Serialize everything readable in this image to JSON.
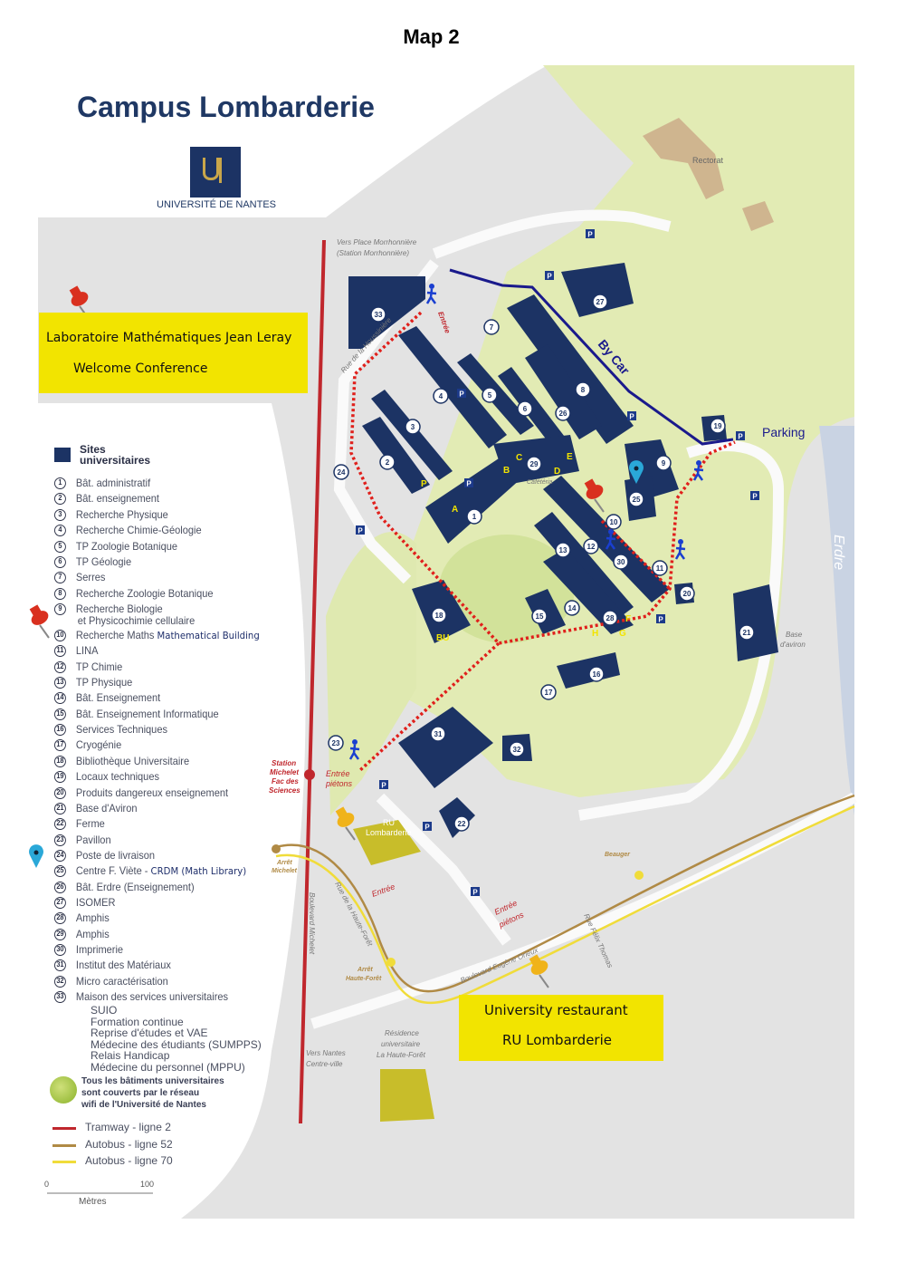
{
  "page_title": "Map 2",
  "map_title": "Campus Lombarderie",
  "logo_text": "UNIVERSITÉ DE NANTES",
  "callouts": {
    "lab": {
      "line1": "Laboratoire Mathématiques Jean Leray",
      "line2": "Welcome Conference"
    },
    "restaurant": {
      "line1": "University restaurant",
      "line2": "RU Lombarderie"
    },
    "by_car": "By Car",
    "parking": "Parking"
  },
  "legend": {
    "sites_title": "Sites universitaires",
    "items": [
      {
        "num": "1",
        "label": "Bât. administratif"
      },
      {
        "num": "2",
        "label": "Bât. enseignement"
      },
      {
        "num": "3",
        "label": "Recherche Physique"
      },
      {
        "num": "4",
        "label": "Recherche Chimie-Géologie"
      },
      {
        "num": "5",
        "label": "TP Zoologie Botanique"
      },
      {
        "num": "6",
        "label": "TP Géologie"
      },
      {
        "num": "7",
        "label": "Serres"
      },
      {
        "num": "8",
        "label": "Recherche Zoologie Botanique"
      },
      {
        "num": "9",
        "label": "Recherche Biologie",
        "label2": "et Physicochimie cellulaire"
      },
      {
        "num": "10",
        "label": "Recherche Maths",
        "note": "Mathematical Building"
      },
      {
        "num": "11",
        "label": "LINA"
      },
      {
        "num": "12",
        "label": "TP Chimie"
      },
      {
        "num": "13",
        "label": "TP Physique"
      },
      {
        "num": "14",
        "label": "Bât. Enseignement"
      },
      {
        "num": "15",
        "label": "Bât. Enseignement Informatique"
      },
      {
        "num": "16",
        "label": "Services Techniques"
      },
      {
        "num": "17",
        "label": "Cryogénie"
      },
      {
        "num": "18",
        "label": "Bibliothèque Universitaire"
      },
      {
        "num": "19",
        "label": "Locaux techniques"
      },
      {
        "num": "20",
        "label": "Produits dangereux enseignement"
      },
      {
        "num": "21",
        "label": "Base d'Aviron"
      },
      {
        "num": "22",
        "label": "Ferme"
      },
      {
        "num": "23",
        "label": "Pavillon"
      },
      {
        "num": "24",
        "label": "Poste de livraison"
      },
      {
        "num": "25",
        "label": "Centre F. Viète -",
        "note": "CRDM (Math Library)"
      },
      {
        "num": "26",
        "label": "Bât. Erdre (Enseignement)"
      },
      {
        "num": "27",
        "label": "ISOMER"
      },
      {
        "num": "28",
        "label": "Amphis"
      },
      {
        "num": "29",
        "label": "Amphis"
      },
      {
        "num": "30",
        "label": "Imprimerie"
      },
      {
        "num": "31",
        "label": "Institut des Matériaux"
      },
      {
        "num": "32",
        "label": "Micro caractérisation"
      },
      {
        "num": "33",
        "label": "Maison des services universitaires"
      }
    ],
    "services_33": [
      "SUIO",
      "Formation continue",
      "Reprise d'études et VAE",
      "Médecine des étudiants (SUMPPS)",
      "Relais Handicap",
      "Médecine du personnel (MPPU)"
    ],
    "wifi_note": [
      "Tous les bâtiments universitaires",
      "sont couverts par le réseau",
      "wifi de l'Université de Nantes"
    ],
    "lines": [
      {
        "label": "Tramway - ligne 2",
        "color": "#c0272d"
      },
      {
        "label": "Autobus - ligne 52",
        "color": "#b08a45"
      },
      {
        "label": "Autobus - ligne 70",
        "color": "#f0dc3a"
      }
    ],
    "scale": {
      "start": "0",
      "end": "100",
      "unit": "Mètres"
    }
  },
  "map_labels": {
    "rectorat": "Rectorat",
    "vers_morrhonniere_1": "Vers Place Morrhonnière",
    "vers_morrhonniere_2": "(Station Morrhonnière)",
    "rue_houssiniere": "Rue de la Houssinière",
    "entree_top": "Entrée",
    "cafeteria": "Cafétéria",
    "erdre": "Erdre",
    "base_aviron_1": "Base",
    "base_aviron_2": "d'aviron",
    "station_michelet": [
      "Station",
      "Michelet",
      "Fac des",
      "Sciences"
    ],
    "entree_pietons_left": [
      "Entrée",
      "piétons"
    ],
    "ru": [
      "RU",
      "Lombarderie"
    ],
    "arret_michelet": [
      "Arrêt",
      "Michelet"
    ],
    "beauger": "Beauger",
    "rue_haute_foret": "Rue de la Haute-Forêt",
    "bd_michelet": "Boulevard Michelet",
    "entree_bottom": "Entrée",
    "entree_pietons_bottom": [
      "Entrée",
      "piétons"
    ],
    "rue_felix_thomas": "Rue Félix Thomas",
    "bd_orieux": "Boulevard Eugène Orieux",
    "arret_haute_foret": [
      "Arrêt",
      "Haute-Forêt"
    ],
    "residence": [
      "Résidence",
      "universitaire",
      "La Haute-Forêt"
    ],
    "vers_nantes": [
      "Vers Nantes",
      "Centre-ville"
    ],
    "building_letters": [
      "A",
      "B",
      "C",
      "D",
      "E",
      "F",
      "G",
      "H",
      "P",
      "BU"
    ],
    "parking_sign": "P"
  },
  "colors": {
    "building": "#1c3364",
    "callout": "#f2e400",
    "route_walk": "#e0201c",
    "route_car": "#1a1a8c",
    "green": "#e2ebb4",
    "ground": "#e3e3e3"
  }
}
